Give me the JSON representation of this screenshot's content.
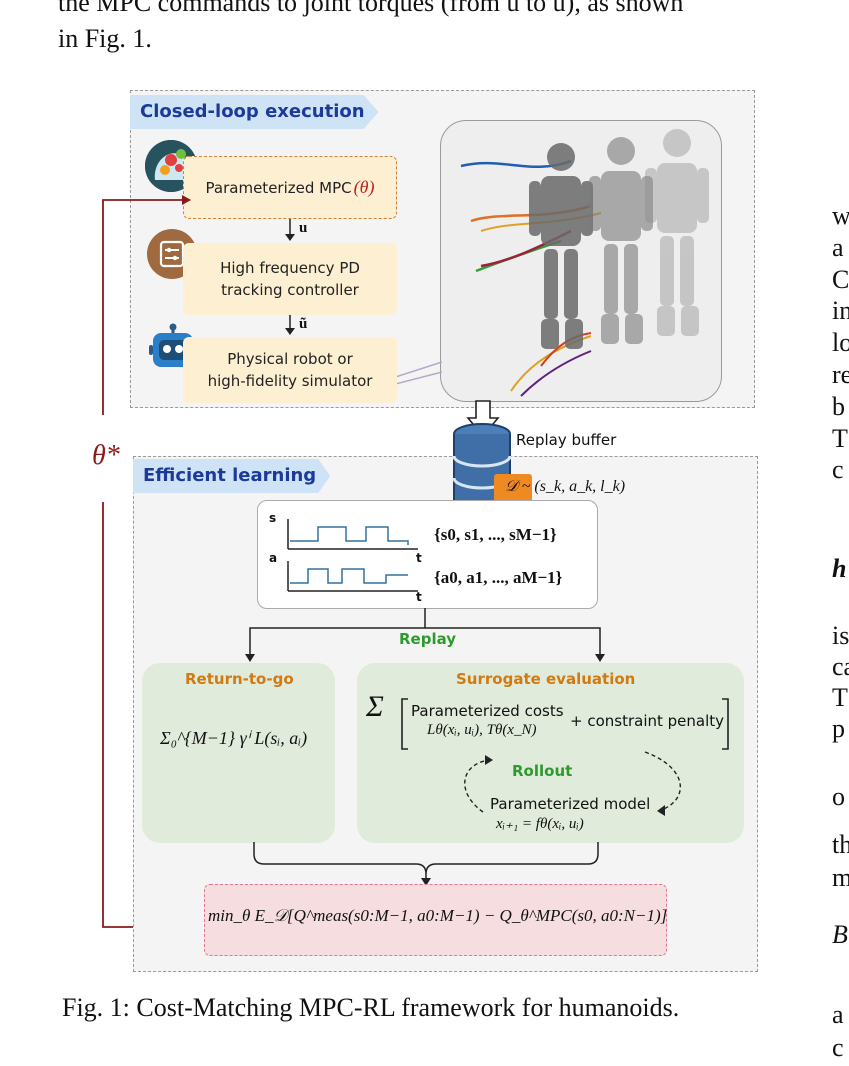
{
  "header": {
    "line1": "the MPC commands to joint torques (from u to ũ), as shown",
    "line2": "in Fig. 1."
  },
  "right_column": {
    "frags": [
      "w",
      "a",
      "C",
      "in",
      "lo",
      "re",
      "b",
      "T",
      "c",
      "h",
      "is",
      "ca",
      "T",
      "p",
      "o",
      "th",
      "m",
      "B",
      "a",
      "c"
    ]
  },
  "figure": {
    "closed_loop": {
      "title": "Closed-loop execution",
      "mpc_label": "Parameterized MPC",
      "mpc_param": "(θ)",
      "u_label": "u",
      "u_tilde_label": "ũ",
      "pd_line1": "High frequency PD",
      "pd_line2": "tracking controller",
      "robot_line1": "Physical robot or",
      "robot_line2": "high-fidelity simulator"
    },
    "theta_star": "θ*",
    "replay_buffer": {
      "label": "Replay buffer",
      "dataset": "𝒟 ~ (s_k, a_k, l_k)"
    },
    "learning": {
      "title": "Efficient learning",
      "s_axis": "s",
      "a_axis": "a",
      "t_axis": "t",
      "s_seq": "{s0, s1, ..., sM−1}",
      "a_seq": "{a0, a1, ..., aM−1}",
      "replay": "Replay",
      "return_title": "Return-to-go",
      "return_formula": "Σ₀^{M−1} γⁱ L(sᵢ, aᵢ)",
      "surrogate_title": "Surrogate evaluation",
      "param_costs": "Parameterized costs",
      "cost_funcs": "Lθ(xᵢ, uᵢ), Tθ(x_N)",
      "penalty": "+ constraint penalty",
      "rollout": "Rollout",
      "param_model": "Parameterized model",
      "model_eq": "xᵢ₊₁ = fθ(xᵢ, uᵢ)",
      "objective": "min_θ E_𝒟[Q^meas(s0:M−1, a0:M−1) − Q_θ^MPC(s0, a0:N−1)]"
    },
    "caption": "Fig. 1: Cost-Matching MPC-RL framework for humanoids."
  },
  "colors": {
    "accent_red": "#8b1a1a",
    "tag_blue": "#1b3a9a",
    "orange_title": "#d07a10",
    "green_text": "#2e9a2e"
  }
}
